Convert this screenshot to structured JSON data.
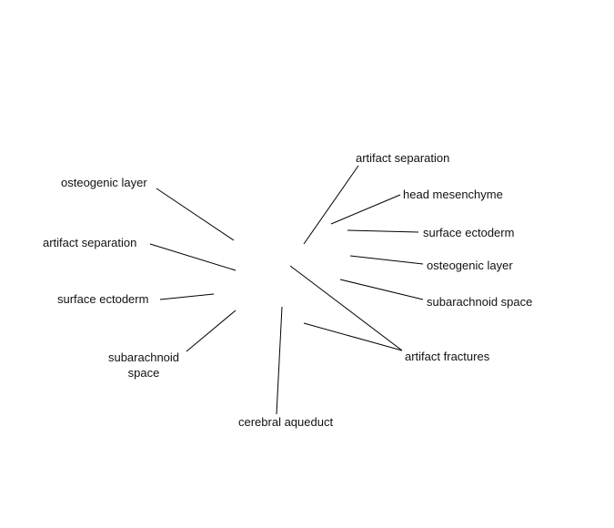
{
  "labels": {
    "osteogenic_layer_left": "osteogenic layer",
    "artifact_separation_left": "artifact separation",
    "surface_ectoderm_left": "surface ectoderm",
    "subarachnoid_space_left_line1": "subarachnoid",
    "subarachnoid_space_left_line2": "space",
    "cerebral_aqueduct": "cerebral aqueduct",
    "artifact_separation_right": "artifact separation",
    "head_mesenchyme": "head mesenchyme",
    "surface_ectoderm_right": "surface ectoderm",
    "osteogenic_layer_right": "osteogenic layer",
    "subarachnoid_space_right": "subarachnoid space",
    "artifact_fractures": "artifact fractures"
  },
  "colors": {
    "line": "#000000",
    "text": "#111111",
    "background": "#ffffff"
  }
}
